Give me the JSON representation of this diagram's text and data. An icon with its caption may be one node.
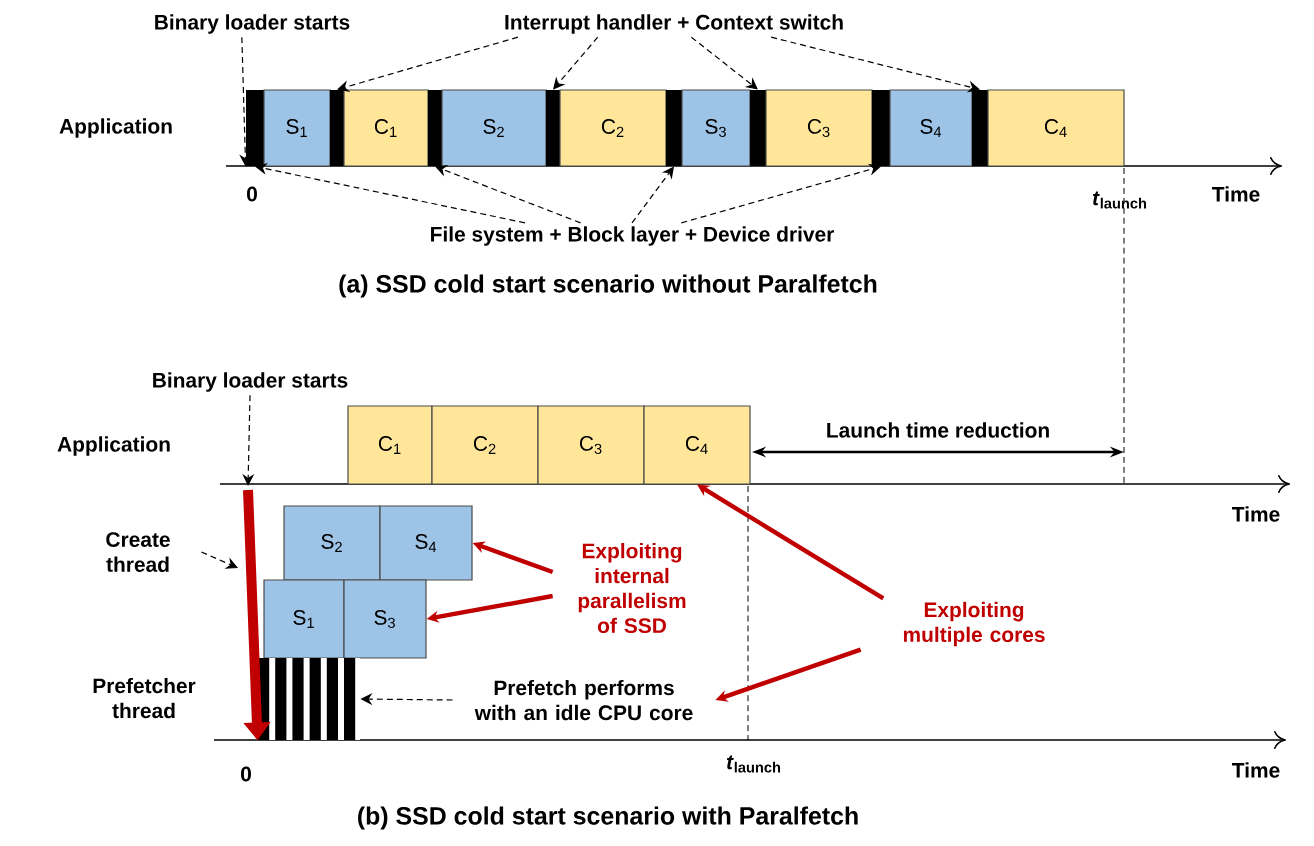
{
  "diagram": {
    "nodes": [
      {
        "text": [
          "Binary loader starts"
        ]
      },
      {
        "text": [
          "Interrupt handler + Context switch"
        ]
      },
      {
        "text": [],
        "shape": "bar"
      },
      {
        "text": [
          "S$_{1}$"
        ]
      },
      {
        "text": [],
        "shape": "bar"
      },
      {
        "text": [
          "C$_{1}$"
        ]
      },
      {
        "text": [],
        "shape": "bar"
      },
      {
        "text": [
          "S$_{2}$"
        ]
      },
      {
        "text": [],
        "shape": "bar"
      },
      {
        "text": [
          "C$_{2}$"
        ]
      },
      {
        "text": [],
        "shape": "bar"
      },
      {
        "text": [
          "S$_{3}$"
        ]
      },
      {
        "text": [],
        "shape": "bar"
      },
      {
        "text": [
          "C$_{3}$"
        ]
      },
      {
        "text": [],
        "shape": "bar"
      },
      {
        "text": [
          "S$_{4}$"
        ]
      },
      {
        "text": [],
        "shape": "bar"
      },
      {
        "text": [
          "C$_{4}$"
        ]
      },
      {
        "text": [
          "File system + Block layer + Device driver"
        ]
      },
      {
        "text": [
          "Binary loader starts"
        ]
      },
      {
        "text": [
          "C$_{1}$"
        ]
      },
      {
        "text": [
          "C$_{2}$"
        ]
      },
      {
        "text": [
          "C$_{3}$"
        ]
      },
      {
        "text": [
          "C$_{4}$"
        ]
      },
      {
        "text": [
          "Create thread"
        ]
      },
      {
        "text": [
          "S$_{2}$"
        ]
      },
      {
        "text": [
          "S$_{4}$"
        ]
      },
      {
        "text": [
          "S$_{1}$"
        ]
      },
      {
        "text": [
          "S$_{3}$"
        ]
      },
      {
        "text": [
          "Exploiting internal parallelism of SSD"
        ]
      },
      {
        "text": [
          "Exploiting multiple cores"
        ]
      },
      {
        "text": [],
        "shape": "box"
      },
      {
        "text": [
          "Prefetch performs with an idle CPU core"
        ]
      }
    ],
    "edges": [
      {
        "from": 0,
        "to": 2,
        "arrow": "to",
        "style": "dashed"
      },
      {
        "from": 1,
        "to": 4,
        "arrow": "to",
        "style": "dashed"
      },
      {
        "from": 1,
        "to": 8,
        "arrow": "to",
        "style": "dashed"
      },
      {
        "from": 1,
        "to": 12,
        "arrow": "to",
        "style": "dashed"
      },
      {
        "from": 1,
        "to": 16,
        "arrow": "to",
        "style": "dashed"
      },
      {
        "from": 18,
        "to": 2,
        "arrow": "to",
        "style": "dashed"
      },
      {
        "from": 18,
        "to": 6,
        "arrow": "to",
        "style": "dashed"
      },
      {
        "from": 18,
        "to": 10,
        "arrow": "to",
        "style": "dashed"
      },
      {
        "from": 18,
        "to": 14,
        "arrow": "to",
        "style": "dashed"
      },
      {
        "from": 19,
        "to": null,
        "arrow": "to",
        "style": "dashed"
      },
      {
        "from": 24,
        "to": null,
        "arrow": "to",
        "style": "dashed"
      },
      {
        "from": 29,
        "to": 26,
        "arrow": "to",
        "style": "thick",
        "color": "#c00000"
      },
      {
        "from": 29,
        "to": 28,
        "arrow": "to",
        "style": "thick",
        "color": "#c00000"
      },
      {
        "from": 30,
        "to": 23,
        "arrow": "to",
        "style": "thick",
        "color": "#c00000"
      },
      {
        "from": 30,
        "to": 32,
        "arrow": "to",
        "style": "thick",
        "color": "#c00000"
      },
      {
        "from": 32,
        "to": 31,
        "arrow": "to",
        "style": "dashed"
      },
      {
        "from": null,
        "to": 31,
        "arrow": "to",
        "style": "thick",
        "color": "#c00000"
      }
    ],
    "labels": [
      "Application",
      "0",
      "*t*$_{launch}$",
      "Time",
      "(a) SSD cold start scenario without Paralfetch",
      "Application",
      "Launch time reduction",
      "Time",
      "Prefetcher thread",
      "0",
      "*t*$_{launch}$",
      "Time",
      "(b) SSD cold start scenario with Paralfetch"
    ]
  }
}
